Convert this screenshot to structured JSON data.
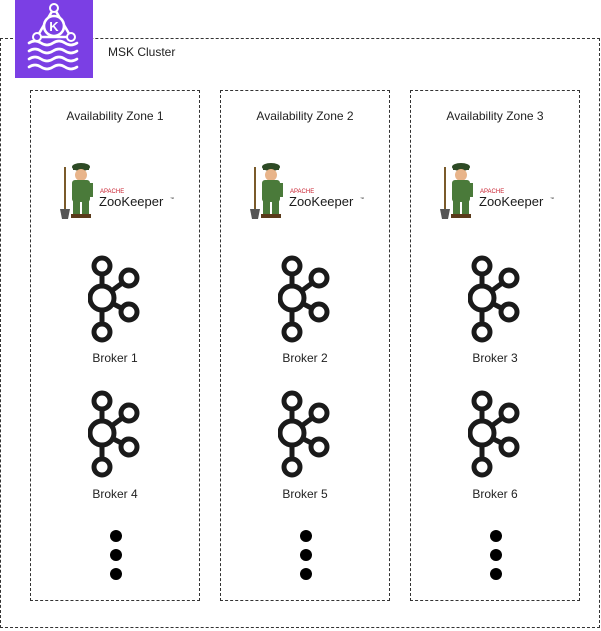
{
  "cluster": {
    "label": "MSK Cluster",
    "logo_letter": "K"
  },
  "zones": [
    {
      "label": "Availability Zone 1",
      "brokers": [
        "Broker 1",
        "Broker 4"
      ]
    },
    {
      "label": "Availability Zone 2",
      "brokers": [
        "Broker 2",
        "Broker 5"
      ]
    },
    {
      "label": "Availability Zone 3",
      "brokers": [
        "Broker 3",
        "Broker 6"
      ]
    }
  ],
  "zookeeper": {
    "small_text": "APACHE",
    "name": "ZooKeeper",
    "tm": "™"
  },
  "colors": {
    "msk_purple": "#7b3fe4",
    "kafka_icon": "#1a1a1a",
    "zk_green": "#4a7a3a",
    "zk_red": "#c8202f"
  },
  "icons": {
    "cluster": "amazon-msk-icon",
    "broker": "kafka-icon",
    "coordinator": "zookeeper-logo",
    "continuation": "vertical-ellipsis-icon"
  }
}
